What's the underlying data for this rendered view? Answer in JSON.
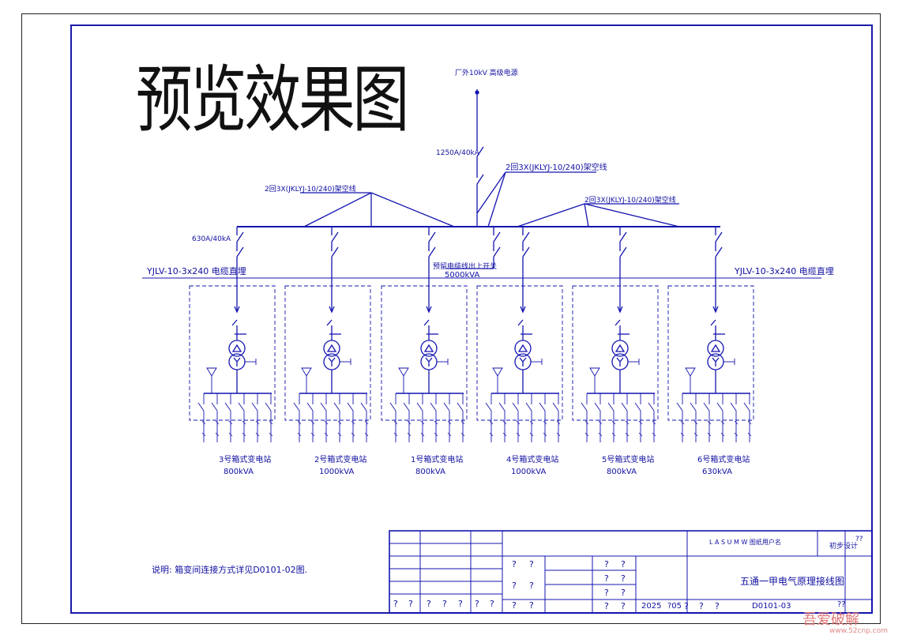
{
  "preview_title": "预览效果图",
  "diagram": {
    "source_label": "厂外10kV 高级电源",
    "main_breaker": "1250A/40kA",
    "line_center": "2回3X(JKLYJ-10/240)架空线",
    "line_left": "2回3X(JKLYJ-10/240)架空线",
    "line_right": "2回3X(JKLYJ-10/240)架空线",
    "branch_breaker": "630A/40kA",
    "cable_left": "YJLV-10-3x240 电缆直埋",
    "cable_right": "YJLV-10-3x240 电缆直埋",
    "center_note": "预留电缆线出上开关",
    "center_capacity": "5000kVA",
    "stations": [
      {
        "name": "3号箱式变电站",
        "capacity": "800kVA"
      },
      {
        "name": "2号箱式变电站",
        "capacity": "1000kVA"
      },
      {
        "name": "1号箱式变电站",
        "capacity": "800kVA"
      },
      {
        "name": "4号箱式变电站",
        "capacity": "1000kVA"
      },
      {
        "name": "5号箱式变电站",
        "capacity": "800kVA"
      },
      {
        "name": "6号箱式变电站",
        "capacity": "630kVA"
      }
    ]
  },
  "note": "说明: 箱变间连接方式详见D0101-02图.",
  "title_block": {
    "drawing_title": "五通一甲电气原理接线图",
    "design_stage": "初步设计",
    "qq": "??",
    "q": "?",
    "year": "2025",
    "month": "?05",
    "drawing_no": "D0101-03",
    "scale_text": "L A S U M W 图纸用户名"
  },
  "watermark": "吾爱破解",
  "watermark_url": "www.52cnp.com"
}
